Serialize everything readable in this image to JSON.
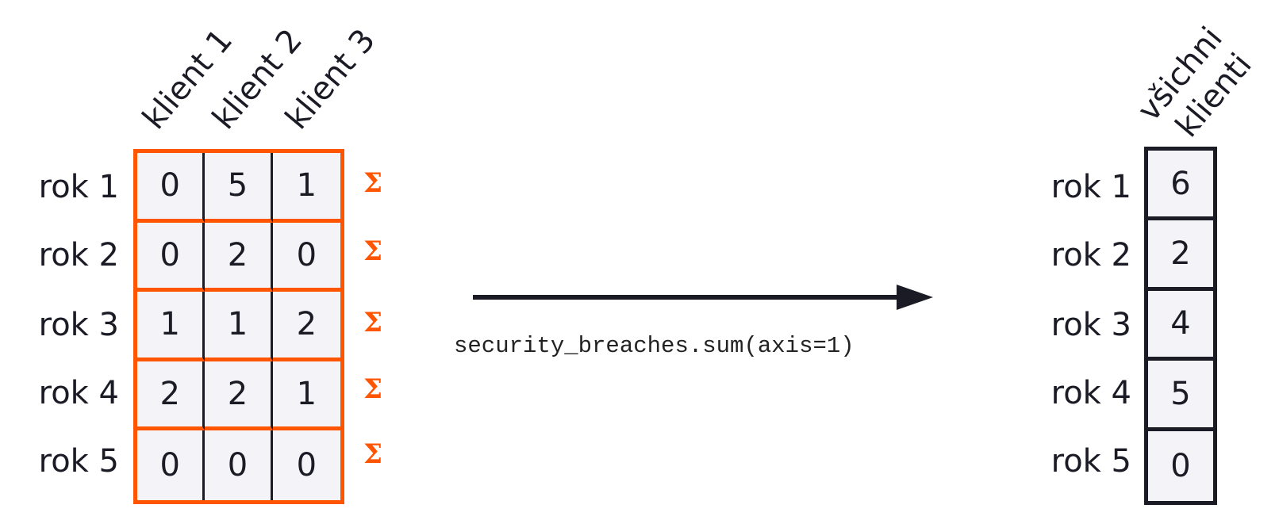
{
  "input_matrix": {
    "column_labels": [
      "klient 1",
      "klient 2",
      "klient 3"
    ],
    "row_labels": [
      "rok 1",
      "rok 2",
      "rok 3",
      "rok 4",
      "rok 5"
    ],
    "rows": [
      [
        "0",
        "5",
        "1"
      ],
      [
        "0",
        "2",
        "0"
      ],
      [
        "1",
        "1",
        "2"
      ],
      [
        "2",
        "2",
        "1"
      ],
      [
        "0",
        "0",
        "0"
      ]
    ],
    "sum_symbol": "Σ"
  },
  "operation": {
    "code": "security_breaches.sum(axis=1)"
  },
  "output_column": {
    "header_lines": [
      "všichni",
      "klienti"
    ],
    "row_labels": [
      "rok 1",
      "rok 2",
      "rok 3",
      "rok 4",
      "rok 5"
    ],
    "values": [
      "6",
      "2",
      "4",
      "5",
      "0"
    ]
  },
  "colors": {
    "accent": "#ff5400",
    "ink": "#1b1b26",
    "cell_fill": "#f4f4f8"
  }
}
